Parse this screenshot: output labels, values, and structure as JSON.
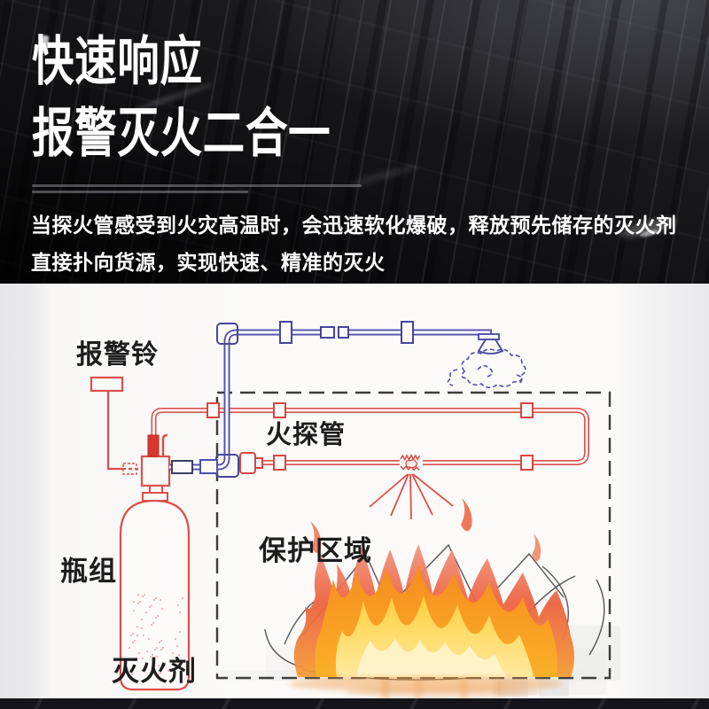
{
  "hero": {
    "title_line1": "快速响应",
    "title_line2": "报警灭火二合一",
    "body_line1": "当探火管感受到火灾高温时，会迅速软化爆破，释放预先储存的灭火剂",
    "body_line2": "直接扑向货源，实现快速、精准的灭火"
  },
  "diagram": {
    "labels": {
      "alarm_bell": "报警铃",
      "detection_tube": "火探管",
      "protected_area": "保护区域",
      "cylinder_group": "瓶组",
      "extinguishing_agent": "灭火剂"
    },
    "colors": {
      "tube_red": "#dd4f4a",
      "pipe_blue": "#514fae",
      "border_dash": "#3d3d3d",
      "label_text": "#1d1d1d",
      "panel_bg": "#f7f6f4"
    }
  }
}
